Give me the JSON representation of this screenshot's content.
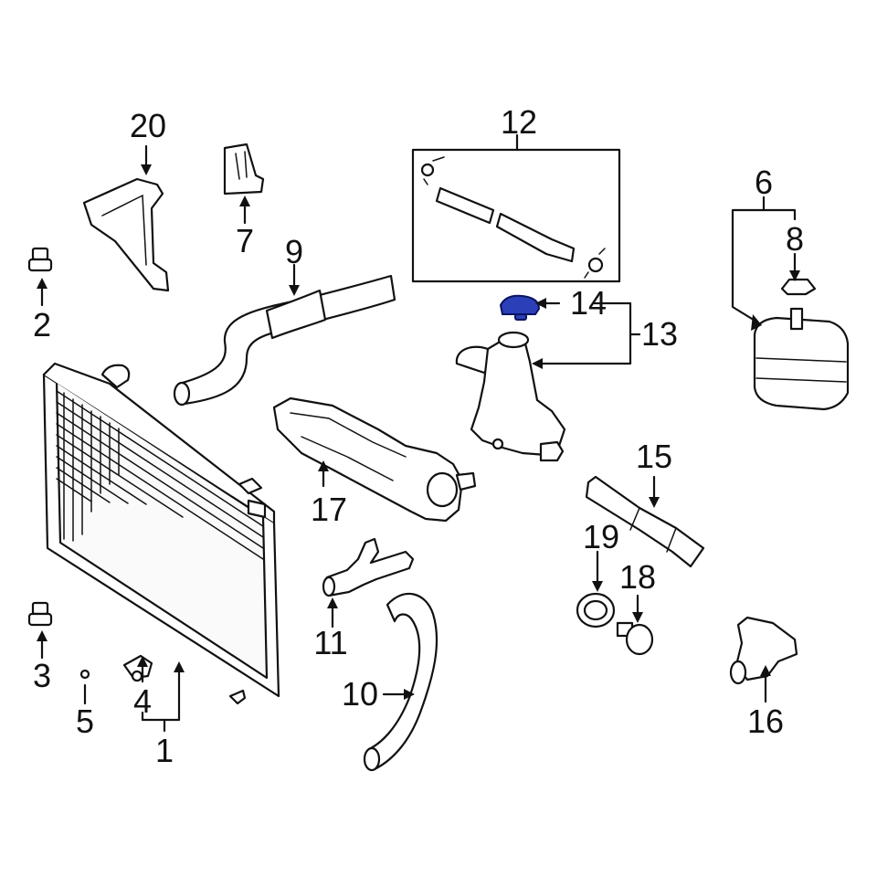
{
  "diagram": {
    "highlight_color": "#2a3fb8",
    "line_color": "#111111",
    "callouts": {
      "c1": "1",
      "c2": "2",
      "c3": "3",
      "c4": "4",
      "c5": "5",
      "c6": "6",
      "c7": "7",
      "c8": "8",
      "c9": "9",
      "c10": "10",
      "c11": "11",
      "c12": "12",
      "c13": "13",
      "c14": "14",
      "c15": "15",
      "c16": "16",
      "c17": "17",
      "c18": "18",
      "c19": "19",
      "c20": "20"
    },
    "highlighted_part": "14"
  }
}
